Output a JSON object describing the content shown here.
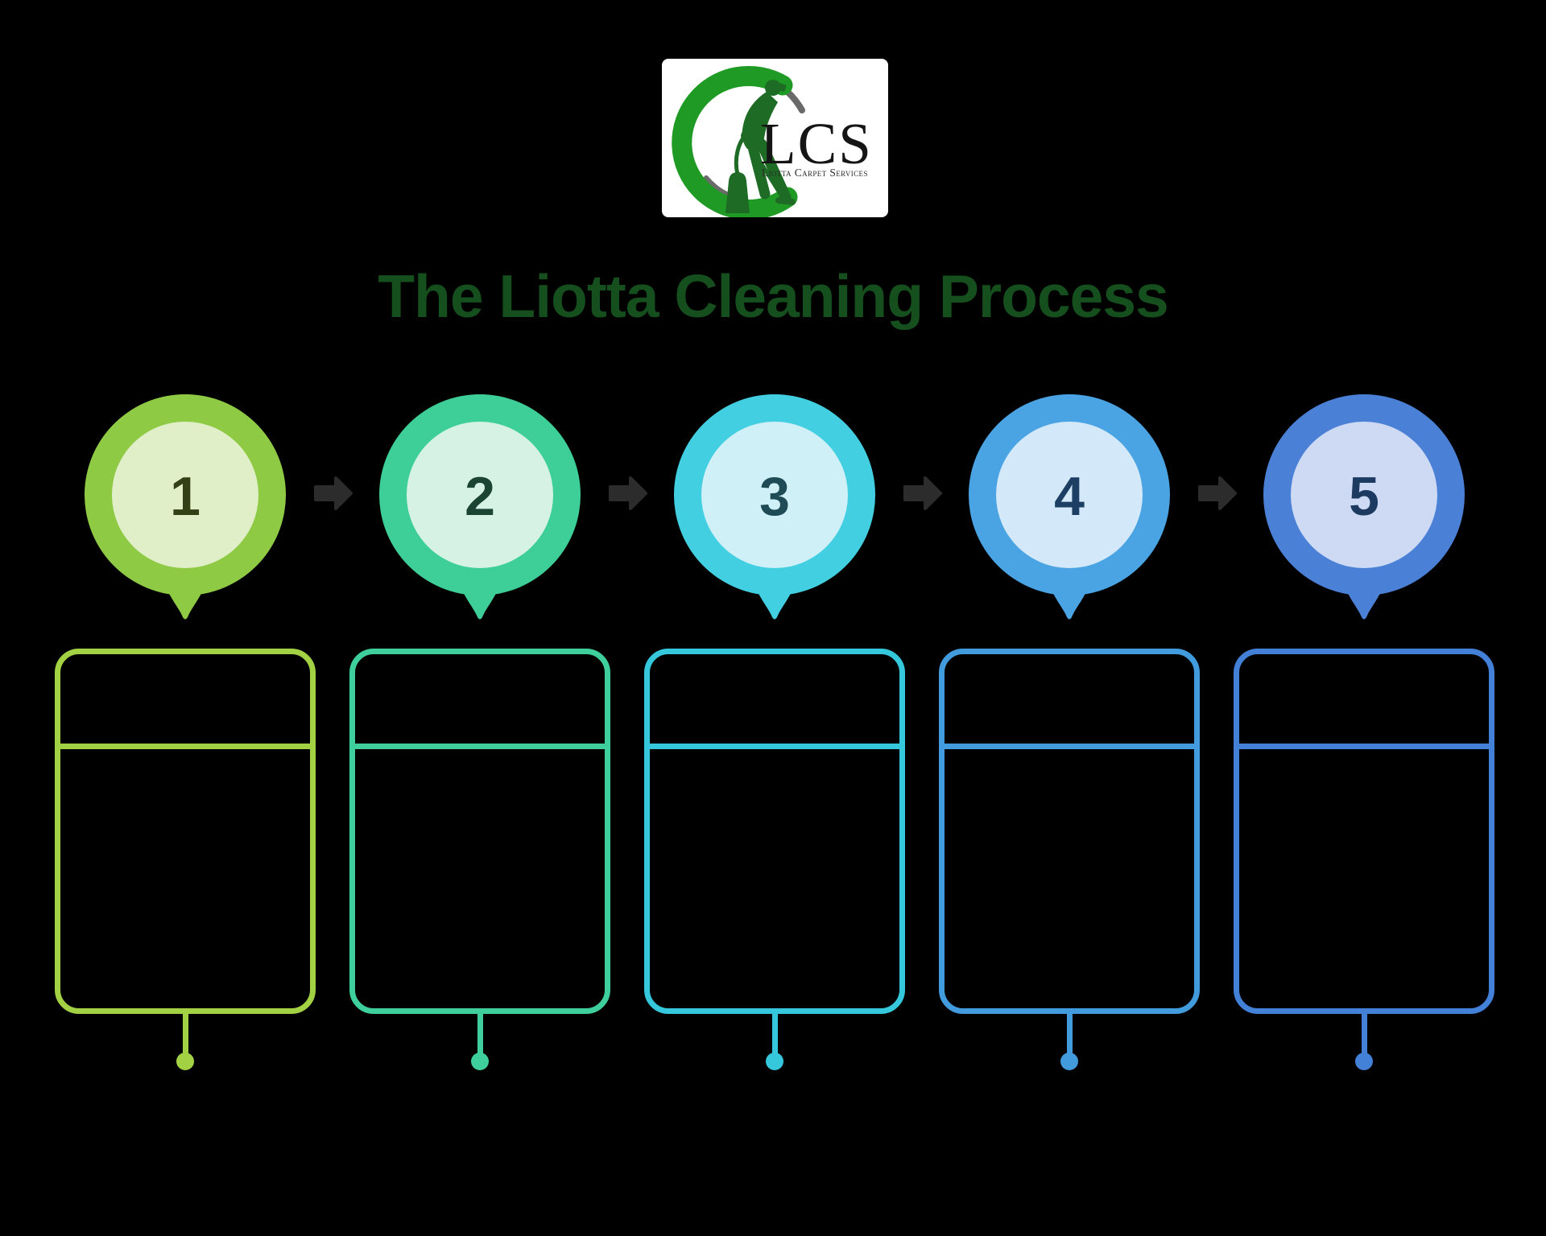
{
  "background_color": "#000000",
  "logo": {
    "acronym": "LCS",
    "tagline": "Liotta Carpet Services",
    "colors": {
      "box_bg": "#ffffff",
      "arc_green": "#1f9a24",
      "arc_gray": "#6a6a6a",
      "silhouette_green": "#1d6b24",
      "acronym_color": "#151515",
      "tagline_color": "#2b2b2b"
    }
  },
  "title": {
    "text": "The Liotta Cleaning Process",
    "color": "#154f1d"
  },
  "flow": {
    "arrow_color": "#2c2c2c",
    "steps": [
      {
        "number": "1",
        "ring_color": "#8fca45",
        "inner_color": "#e1efc9",
        "number_color": "#333f15",
        "card_color": "#a3d144"
      },
      {
        "number": "2",
        "ring_color": "#3ecf98",
        "inner_color": "#d6f2e4",
        "number_color": "#1b4435",
        "card_color": "#3ecf9c"
      },
      {
        "number": "3",
        "ring_color": "#43cfe2",
        "inner_color": "#cff0f6",
        "number_color": "#1e4b55",
        "card_color": "#35c8dc"
      },
      {
        "number": "4",
        "ring_color": "#4aa3e3",
        "inner_color": "#d3e8f8",
        "number_color": "#1c3f63",
        "card_color": "#429bdd"
      },
      {
        "number": "5",
        "ring_color": "#4a80d6",
        "inner_color": "#cedaf4",
        "number_color": "#1d3a60",
        "card_color": "#4380d8"
      }
    ]
  }
}
